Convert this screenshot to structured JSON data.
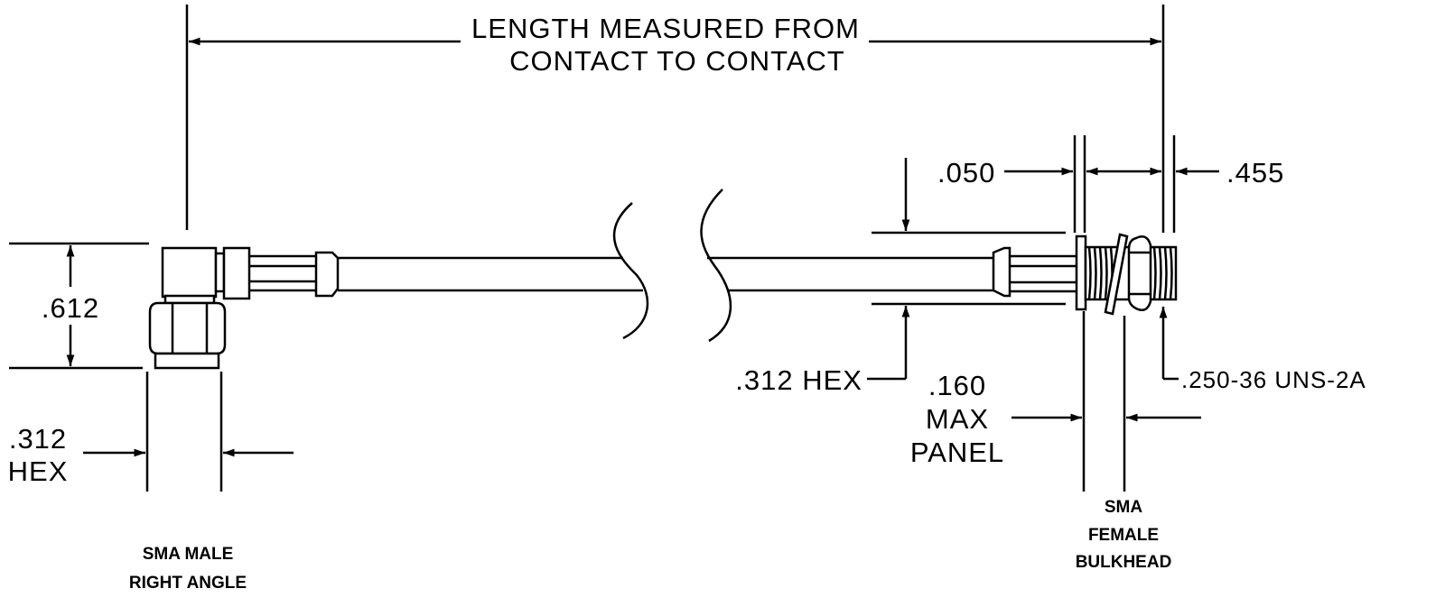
{
  "length_note": {
    "line1": "LENGTH MEASURED FROM",
    "line2": "CONTACT TO CONTACT"
  },
  "left_connector": {
    "height_dim": ".612",
    "hex_dim": {
      "value": ".312",
      "label": "HEX"
    },
    "name": {
      "line1": "SMA MALE",
      "line2": "RIGHT ANGLE"
    }
  },
  "right_connector": {
    "flange_dim": ".050",
    "thread_length_dim": ".455",
    "hex_dim": ".312 HEX",
    "panel_dim": {
      "value": ".160",
      "line2": "MAX",
      "line3": "PANEL"
    },
    "thread_spec": ".250-36 UNS-2A",
    "name": {
      "line1": "SMA",
      "line2": "FEMALE",
      "line3": "BULKHEAD"
    }
  }
}
